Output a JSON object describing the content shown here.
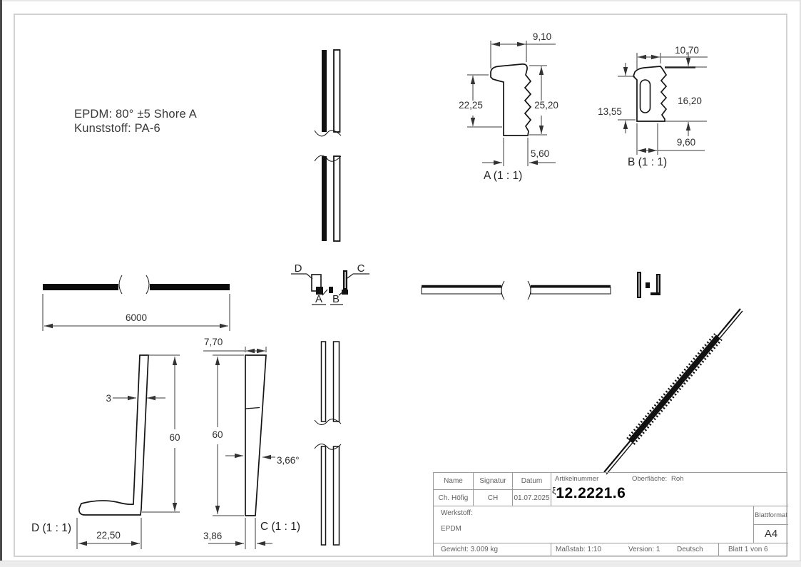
{
  "notes": {
    "line1": "EPDM: 80° ±5 Shore A",
    "line2": "Kunststoff: PA-6"
  },
  "overall": {
    "length": "6000"
  },
  "section_markers": {
    "a": "A",
    "b": "B",
    "c": "C",
    "d": "D"
  },
  "details": {
    "a": {
      "label": "A (1 : 1)",
      "dim_top": "9,10",
      "dim_left": "22,25",
      "dim_right": "25,20",
      "dim_bottom": "5,60"
    },
    "b": {
      "label": "B (1 : 1)",
      "dim_top": "10,70",
      "dim_left": "13,55",
      "dim_right": "16,20",
      "dim_bottom": "9,60"
    },
    "c": {
      "label": "C (1 : 1)",
      "dim_top": "7,70",
      "dim_height": "60",
      "dim_angle": "3,66°",
      "dim_bottom": "3,86"
    },
    "d": {
      "label": "D (1 : 1)",
      "dim_thickness": "3",
      "dim_height": "60",
      "dim_bottom": "22,50"
    }
  },
  "titleblock": {
    "name_header": "Name",
    "signatur_header": "Signatur",
    "datum_header": "Datum",
    "name": "Ch. Höfig",
    "signatur": "CH",
    "datum": "01.07.2025",
    "artikelnummer_label": "Artikelnummer",
    "artikelnummer_prefix": "ξ",
    "artikelnummer": "12.2221.6",
    "oberflaeche_label": "Oberfläche:",
    "oberflaeche_value": "Roh",
    "werkstoff_label": "Werkstoff:",
    "werkstoff_value": "EPDM",
    "blattformat_label": "Blattformat",
    "blattformat_value": "A4",
    "gewicht": "Gewicht: 3.009 kg",
    "massstab": "Maßstab: 1:10",
    "version": "Version: 1",
    "sprache": "Deutsch",
    "blatt": "Blatt 1 von 6"
  }
}
